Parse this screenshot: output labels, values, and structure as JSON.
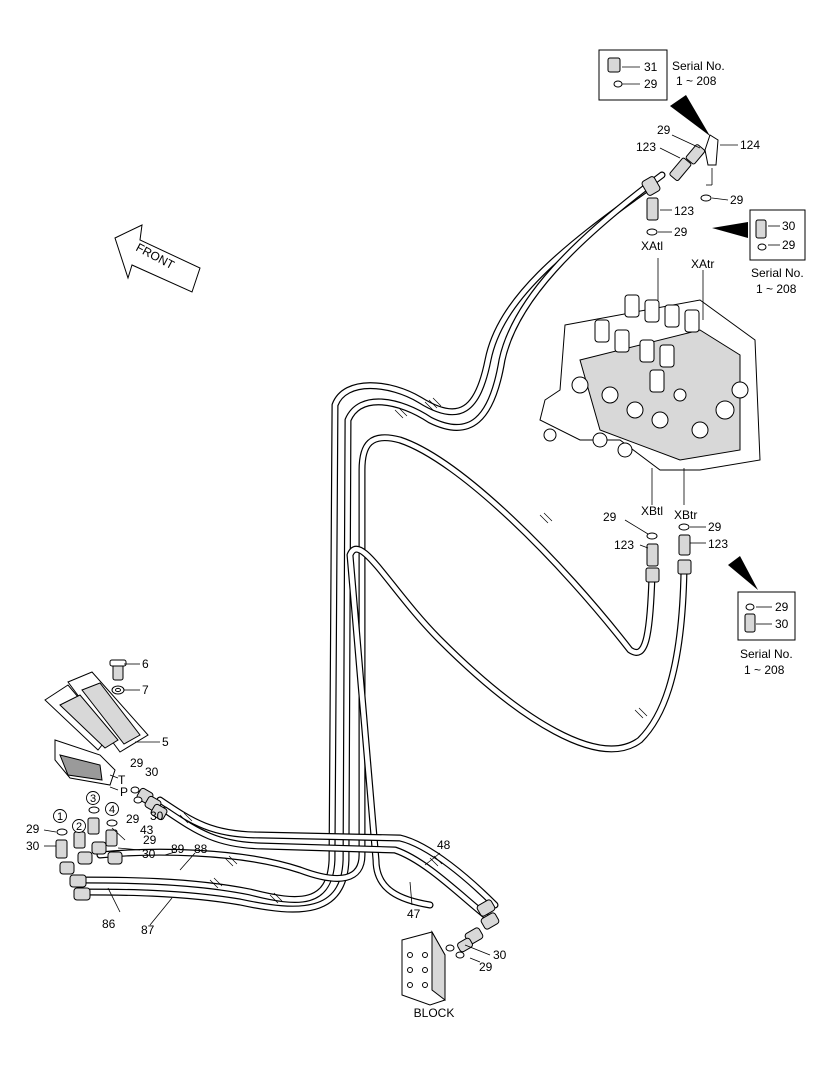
{
  "front_label": "FRONT",
  "block_label": "BLOCK",
  "serial_boxes": [
    {
      "title": "Serial No.",
      "range": "1 ~ 208",
      "items": [
        "31",
        "29"
      ]
    },
    {
      "title": "Serial No.",
      "range": "1 ~ 208",
      "items": [
        "30",
        "29"
      ]
    },
    {
      "title": "Serial No.",
      "range": "1 ~ 208",
      "items": [
        "29",
        "30"
      ]
    }
  ],
  "ports": {
    "xatl": "XAtl",
    "xatr": "XAtr",
    "xbtl": "XBtl",
    "xbtr": "XBtr",
    "t": "T",
    "p": "P"
  },
  "circled": [
    "1",
    "2",
    "3",
    "4"
  ],
  "part_numbers": {
    "p29": "29",
    "p30": "30",
    "p123": "123",
    "p124": "124",
    "p5": "5",
    "p6": "6",
    "p7": "7",
    "p43": "43",
    "p47": "47",
    "p48": "48",
    "p86": "86",
    "p87": "87",
    "p88": "88",
    "p89": "89"
  }
}
